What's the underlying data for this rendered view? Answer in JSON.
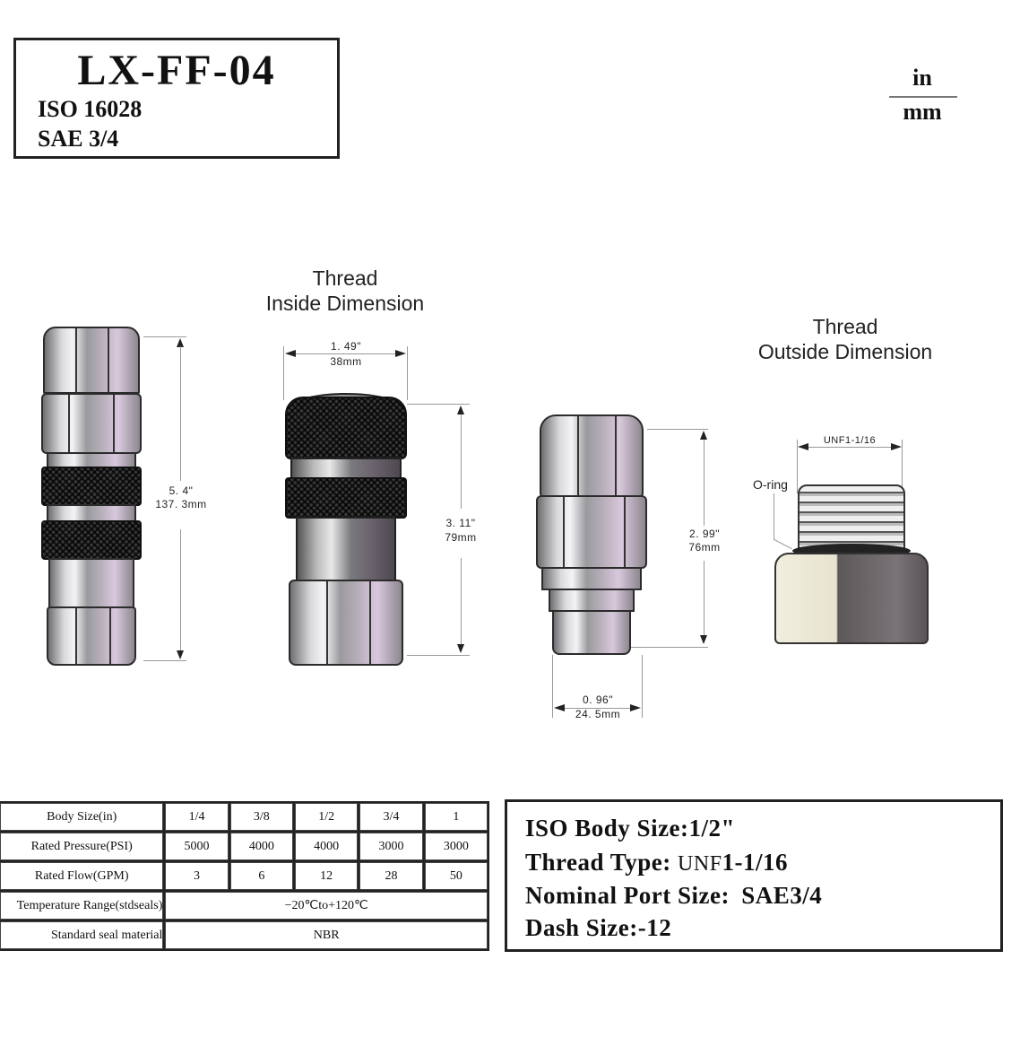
{
  "header": {
    "model": "LX-FF-04",
    "standard": "ISO 16028",
    "port": "SAE 3/4"
  },
  "units": {
    "top": "in",
    "bottom": "mm"
  },
  "figures": {
    "coupling_assembled": {
      "length_in": "5. 4\"",
      "length_mm": "137. 3mm"
    },
    "female_coupler": {
      "caption_line1": "Thread",
      "caption_line2": "Inside Dimension",
      "width_in": "1. 49\"",
      "width_mm": "38mm",
      "length_in": "3. 11\"",
      "length_mm": "79mm"
    },
    "male_nipple": {
      "length_in": "2. 99\"",
      "length_mm": "76mm",
      "tip_in": "0. 96\"",
      "tip_mm": "24. 5mm"
    },
    "thread_port": {
      "caption_line1": "Thread",
      "caption_line2": "Outside Dimension",
      "thread_label": "UNF1-1/16",
      "oring_label": "O-ring"
    }
  },
  "spec_table": {
    "rows": [
      {
        "label": "Body Size(in)",
        "values": [
          "1/4",
          "3/8",
          "1/2",
          "3/4",
          "1"
        ]
      },
      {
        "label": "Rated Pressure(PSI)",
        "values": [
          "5000",
          "4000",
          "4000",
          "3000",
          "3000"
        ]
      },
      {
        "label": "Rated Flow(GPM)",
        "values": [
          "3",
          "6",
          "12",
          "28",
          "50"
        ]
      },
      {
        "label": "Temperature Range(stdseals)",
        "span": "−20℃to+120℃"
      },
      {
        "label": "Standard seal material",
        "span": "NBR"
      }
    ]
  },
  "summary": {
    "body_size_label": "ISO Body Size:",
    "body_size_value": "1/2\"",
    "thread_type_label": "Thread Type: ",
    "thread_type_prefix": "UNF",
    "thread_type_value": "1-1/16",
    "port_size_label": "Nominal Port Size: ",
    "port_size_value": "SAE3/4",
    "dash_size_label": "Dash Size:",
    "dash_size_value": "-12"
  }
}
